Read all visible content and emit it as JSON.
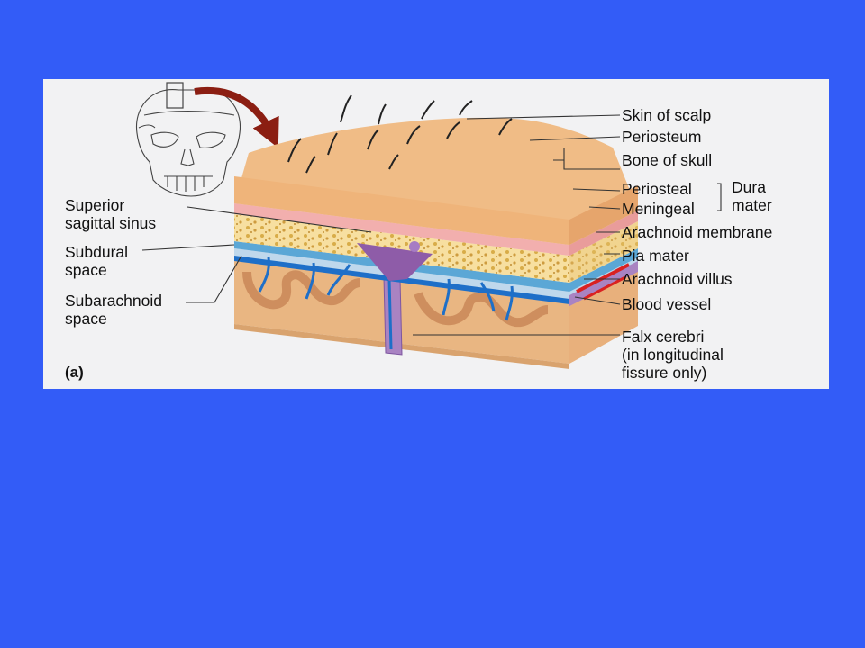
{
  "figure": {
    "panel_letter": "(a)",
    "labels": {
      "skin_of_scalp": "Skin of scalp",
      "periosteum": "Periosteum",
      "bone_of_skull": "Bone of skull",
      "periosteal": "Periosteal",
      "meningeal": "Meningeal",
      "dura_mater": "Dura\nmater",
      "arachnoid_membrane": "Arachnoid membrane",
      "pia_mater": "Pia mater",
      "arachnoid_villus": "Arachnoid villus",
      "blood_vessel": "Blood vessel",
      "falx_cerebri": "Falx cerebri\n(in longitudinal\nfissure only)",
      "superior_sagittal_sinus": "Superior\nsagittal sinus",
      "subdural_space": "Subdural\nspace",
      "subarachnoid_space": "Subarachnoid\nspace"
    },
    "colors": {
      "slide_background": "#335CF7",
      "panel_background": "#F2F2F3",
      "scalp": "#F0BC86",
      "periosteum": "#F2AFAE",
      "bone": "#F7DFA0",
      "dura": "#5BA7D6",
      "arachnoid": "#BFD8EC",
      "pia": "#1E6FC8",
      "sinus": "#8E5CA8",
      "blood_vessel": "#D92121",
      "brain": "#E9B682",
      "leader_line": "#333333",
      "arrow": "#8B1E12"
    }
  }
}
